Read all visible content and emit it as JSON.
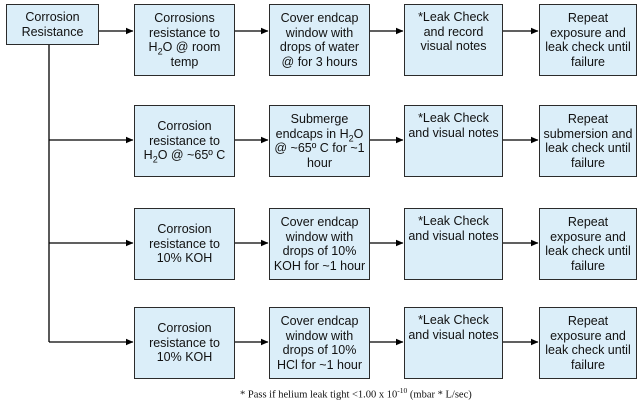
{
  "colors": {
    "box_fill": "#dbeef9",
    "box_border": "#2b2b2b",
    "line": "#000000"
  },
  "diagram": {
    "root": {
      "label": "Corrosion\nResistance"
    },
    "rows": [
      {
        "test": "Corrosions\nresistance to\nH2O @ room\ntemp",
        "exposure": "Cover endcap\nwindow with\ndrops of water\n@ for 3 hours",
        "check": "*Leak Check\nand record\nvisual notes",
        "repeat": "Repeat\nexposure and\nleak check until\nfailure"
      },
      {
        "test": "Corrosion\nresistance to\nH2O @ ~65º C",
        "exposure": "Submerge\nendcaps in H2O\n@ ~65º C for ~1\nhour",
        "check": "*Leak Check\nand visual notes",
        "repeat": "Repeat\nsubmersion and\nleak check until\nfailure"
      },
      {
        "test": "Corrosion\nresistance to\n10% KOH",
        "exposure": "Cover endcap\nwindow with\ndrops of 10%\nKOH for ~1 hour",
        "check": "*Leak Check\nand visual notes",
        "repeat": "Repeat\nexposure and\nleak check until\nfailure"
      },
      {
        "test": "Corrosion\nresistance to\n10% KOH",
        "exposure": "Cover endcap\nwindow with\ndrops of 10%\nHCl for ~1 hour",
        "check": "*Leak Check\nand visual notes",
        "repeat": "Repeat\nexposure and\nleak check until\nfailure"
      }
    ],
    "footnote": "* Pass if helium leak tight <1.00 x 10-10 (mbar * L/sec)"
  }
}
